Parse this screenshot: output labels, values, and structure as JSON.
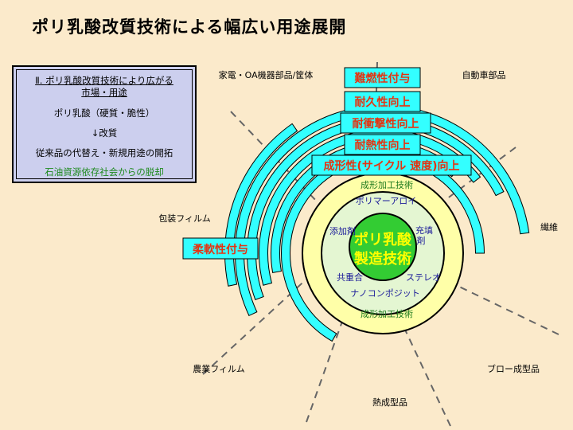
{
  "title": "ポリ乳酸改質技術による幅広い用途展開",
  "infobox": {
    "heading_line1": "Ⅱ. ポリ乳酸改質技術により広がる",
    "heading_line2": "市場・用途",
    "line3": "ポリ乳酸（硬質・脆性）",
    "line4": "↓改質",
    "line5": "従来品の代替え・新規用途の開拓",
    "line6": "石油資源依存社会からの脱却"
  },
  "center": {
    "line1": "ポリ乳酸",
    "line2": "製造技術"
  },
  "inner_ring": {
    "top": "成形加工技術",
    "bottom": "成形加工技術"
  },
  "middle_ring": {
    "polymer_alloy": "ポリマーアロイ",
    "additive": "添加剤",
    "filler_1": "充填",
    "filler_2": "剤",
    "copolymer": "共重合",
    "stereo": "ステレオ",
    "nanocomposite": "ナノコンポジット"
  },
  "property_labels": [
    "難燃性付与",
    "耐久性向上",
    "耐衝撃性向上",
    "耐熱性向上",
    "成形性(サイクル 速度)向上",
    "柔軟性付与"
  ],
  "applications": {
    "appliance": "家電・OA機器部品/筐体",
    "auto": "自動車部品",
    "fiber": "繊維",
    "blow": "ブロー成型品",
    "thermo": "熱成型品",
    "agri": "農業フィルム",
    "packaging": "包装フィルム"
  },
  "colors": {
    "background": "#fbeacb",
    "arc_fill": "#33ffff",
    "label_fill": "#33ffff",
    "label_text": "#e53311",
    "ring_yellow": "#ffffa8",
    "ring_light_green": "#e4f6d2",
    "center_green": "#33cc33",
    "center_text": "#ffff00",
    "inner_text_blue": "#1a1a99",
    "inner_text_green": "#1e7a1e",
    "infobox_fill": "#cccfee"
  }
}
